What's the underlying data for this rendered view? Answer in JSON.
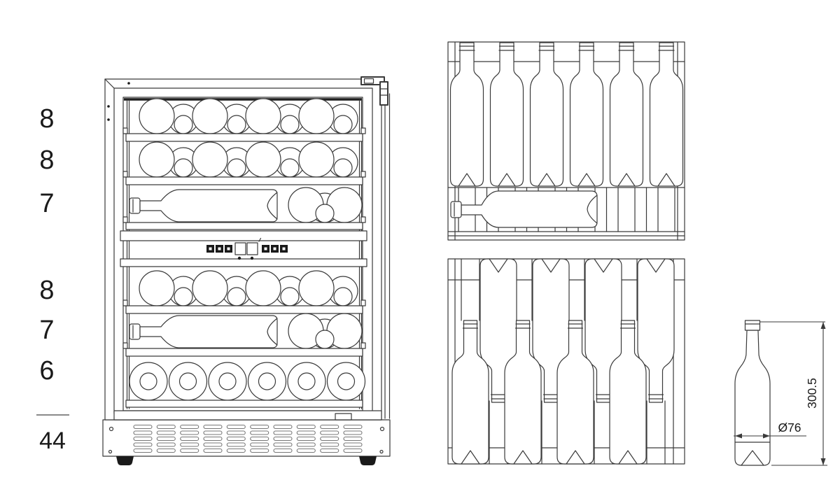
{
  "colors": {
    "line": "#3a3a3a",
    "text": "#1a1a1a",
    "dark_fill": "#1a1a1a"
  },
  "capacity": {
    "shelves": [
      "8",
      "8",
      "7",
      "8",
      "7",
      "6"
    ],
    "total": "44"
  },
  "bottle_dims": {
    "height": "300.5",
    "diameter": "Ø76"
  }
}
